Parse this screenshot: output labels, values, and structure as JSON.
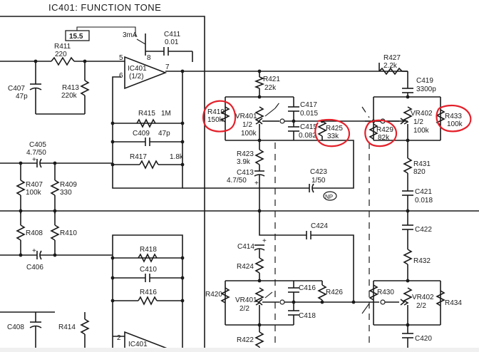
{
  "title": "IC401: FUNCTION TONE",
  "voltage_label": "15.5",
  "current_label": "3mA",
  "ic_top": {
    "label_line1": "IC401",
    "label_line2": "(1/2)",
    "pin_plus": "5",
    "pin_minus": "6",
    "pin_out": "7",
    "pin_vcc": "8"
  },
  "ic_bottom": {
    "label_line1": "IC401",
    "pin": "2"
  },
  "np_label": "NP",
  "components": {
    "r411": {
      "ref": "R411",
      "value": "220"
    },
    "c411": {
      "ref": "C411",
      "value": "0.01"
    },
    "c407": {
      "ref": "C407",
      "value": "47p"
    },
    "r413": {
      "ref": "R413",
      "value": "220k"
    },
    "r415": {
      "ref": "R415",
      "value": "1M"
    },
    "c409": {
      "ref": "C409",
      "value": "47p"
    },
    "r417": {
      "ref": "R417",
      "value": "1.8k"
    },
    "c405": {
      "ref": "C405",
      "value": "4.7/50"
    },
    "r407": {
      "ref": "R407",
      "value": "100k"
    },
    "r409": {
      "ref": "R409",
      "value": "330"
    },
    "r408": {
      "ref": "R408"
    },
    "r410": {
      "ref": "R410"
    },
    "c406": {
      "ref": "C406"
    },
    "r418": {
      "ref": "R418"
    },
    "c410": {
      "ref": "C410"
    },
    "r416": {
      "ref": "R416"
    },
    "c408": {
      "ref": "C408"
    },
    "r414": {
      "ref": "R414"
    },
    "r421": {
      "ref": "R421",
      "value": "22k"
    },
    "r419": {
      "ref": "R419",
      "value": "150k"
    },
    "vr401a": {
      "ref": "VR401",
      "part": "1/2",
      "value": "100k"
    },
    "c417": {
      "ref": "C417",
      "value": "0.015"
    },
    "c415": {
      "ref": "C415",
      "value": "0.082"
    },
    "r425": {
      "ref": "R425",
      "value": "33k"
    },
    "r423": {
      "ref": "R423",
      "value": "3.9k"
    },
    "c413": {
      "ref": "C413",
      "value": "4.7/50"
    },
    "c423": {
      "ref": "C423",
      "value": "1/50"
    },
    "r427": {
      "ref": "R427",
      "value": "2.2k"
    },
    "c419": {
      "ref": "C419",
      "value": "3300p"
    },
    "r429": {
      "ref": "R429",
      "value": "82k"
    },
    "vr402a": {
      "ref": "VR402",
      "part": "1/2",
      "value": "100k"
    },
    "r433": {
      "ref": "R433",
      "value": "100k"
    },
    "r431": {
      "ref": "R431",
      "value": "820"
    },
    "c421": {
      "ref": "C421",
      "value": "0.018"
    },
    "c424": {
      "ref": "C424"
    },
    "c414": {
      "ref": "C414"
    },
    "r424": {
      "ref": "R424"
    },
    "r420": {
      "ref": "R420"
    },
    "vr401b": {
      "ref": "VR401",
      "part": "2/2"
    },
    "c416": {
      "ref": "C416"
    },
    "r426": {
      "ref": "R426"
    },
    "c418": {
      "ref": "C418"
    },
    "r422": {
      "ref": "R422"
    },
    "r430": {
      "ref": "R430"
    },
    "vr402b": {
      "ref": "VR402",
      "part": "2/2"
    },
    "r434": {
      "ref": "R434"
    },
    "c422": {
      "ref": "C422"
    },
    "r432": {
      "ref": "R432"
    },
    "c420": {
      "ref": "C420"
    }
  },
  "highlight_color": "#e4202a",
  "ink_color": "#1a1a1a"
}
